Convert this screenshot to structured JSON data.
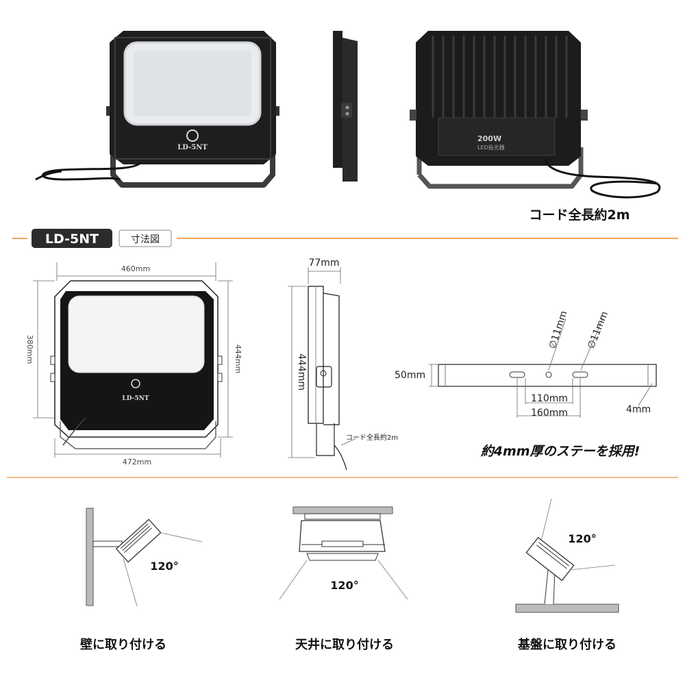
{
  "labels": {
    "model_front": "LD-5NT",
    "cord_top": "コード全長約2m",
    "section_model": "LD-5NT",
    "section_title": "寸法図",
    "back_wattage": "200W",
    "back_label": "LED投光器"
  },
  "dimensions": {
    "width_top": "460mm",
    "height_left": "380mm",
    "height_right": "444mm",
    "width_bottom": "472mm",
    "depth": "77mm",
    "side_height": "444mm",
    "cord_side": "コード全長約2m",
    "hole1": "∅11mm",
    "hole2": "∅11mm",
    "stay_height": "50mm",
    "span_inner": "110mm",
    "span_outer": "160mm",
    "thickness": "4mm",
    "stay_note": "約4mm厚のステーを採用!"
  },
  "mounting": {
    "wall_angle": "120°",
    "wall_caption": "壁に取り付ける",
    "ceiling_angle": "120°",
    "ceiling_caption": "天井に取り付ける",
    "base_angle": "120°",
    "base_caption": "基盤に取り付ける"
  },
  "colors": {
    "accent": "#f0a35a",
    "body": "#1e1e1e",
    "panel": "#eef0f2"
  }
}
